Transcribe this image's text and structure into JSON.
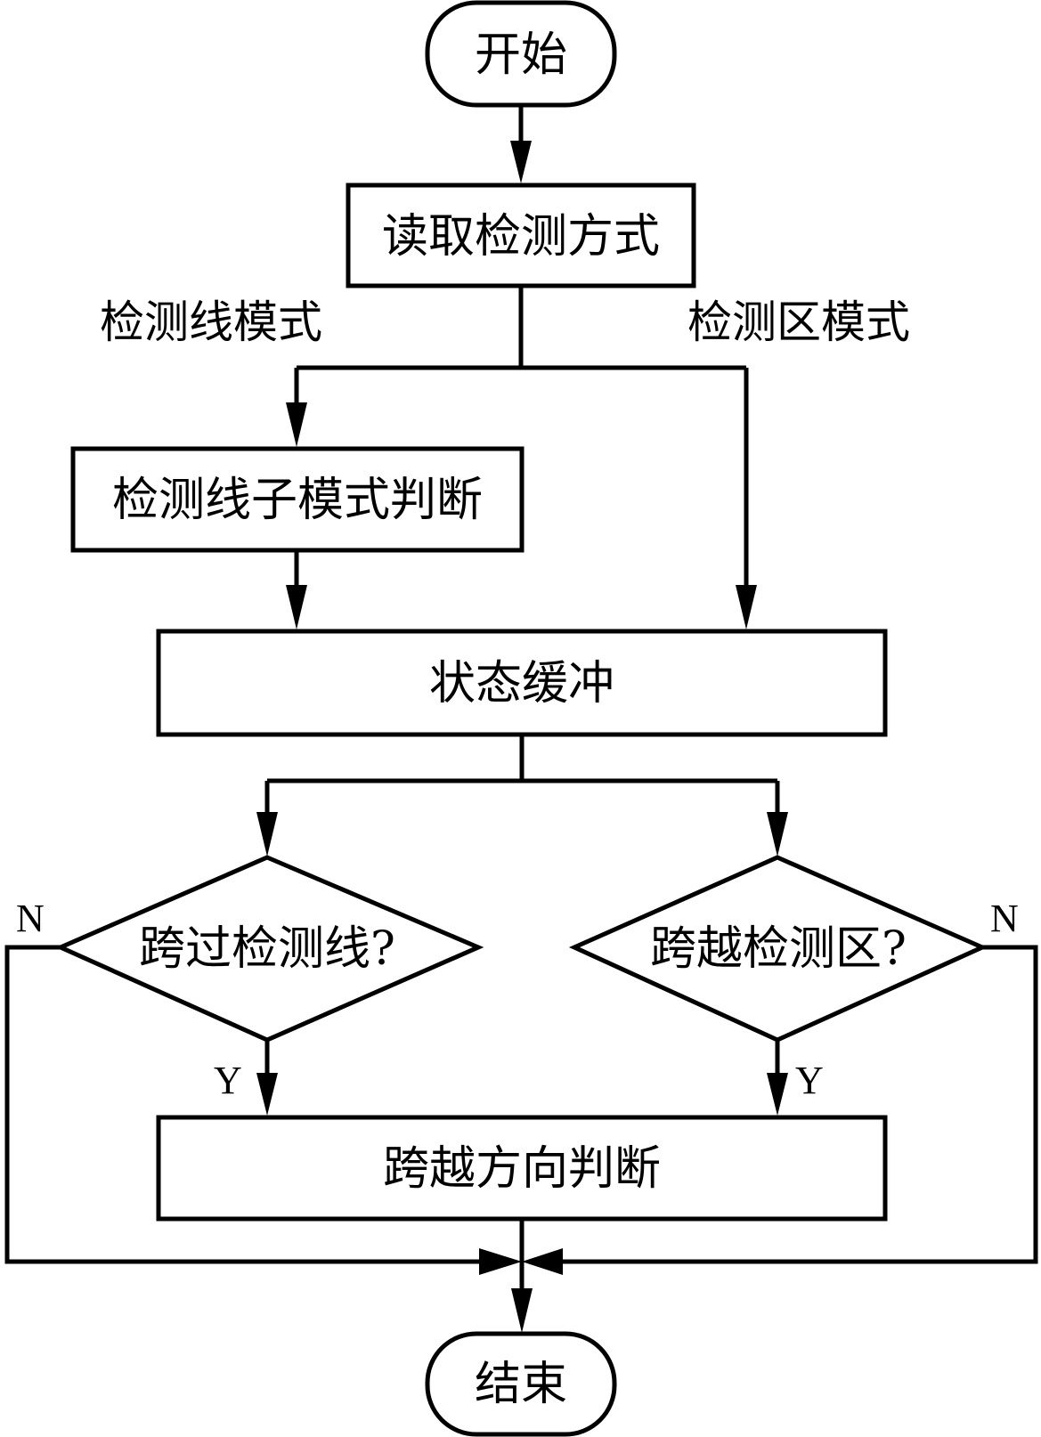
{
  "flowchart": {
    "nodes": [
      {
        "id": "start",
        "type": "terminal",
        "label": "开始"
      },
      {
        "id": "read_mode",
        "type": "process",
        "label": "读取检测方式"
      },
      {
        "id": "line_submode",
        "type": "process",
        "label": "检测线子模式判断"
      },
      {
        "id": "state_buffer",
        "type": "process",
        "label": "状态缓冲"
      },
      {
        "id": "cross_line",
        "type": "decision",
        "label": "跨过检测线?"
      },
      {
        "id": "cross_zone",
        "type": "decision",
        "label": "跨越检测区?"
      },
      {
        "id": "direction",
        "type": "process",
        "label": "跨越方向判断"
      },
      {
        "id": "end",
        "type": "terminal",
        "label": "结束"
      }
    ],
    "branch_labels": {
      "line_mode": "检测线模式",
      "zone_mode": "检测区模式",
      "no_left": "N",
      "no_right": "N",
      "yes_left": "Y",
      "yes_right": "Y"
    },
    "edges": [
      {
        "from": "start",
        "to": "read_mode"
      },
      {
        "from": "read_mode",
        "to": "line_submode",
        "label": "检测线模式"
      },
      {
        "from": "read_mode",
        "to": "state_buffer",
        "label": "检测区模式"
      },
      {
        "from": "line_submode",
        "to": "state_buffer"
      },
      {
        "from": "state_buffer",
        "to": "cross_line"
      },
      {
        "from": "state_buffer",
        "to": "cross_zone"
      },
      {
        "from": "cross_line",
        "to": "direction",
        "label": "Y"
      },
      {
        "from": "cross_zone",
        "to": "direction",
        "label": "Y"
      },
      {
        "from": "cross_line",
        "to": "end",
        "label": "N"
      },
      {
        "from": "cross_zone",
        "to": "end",
        "label": "N"
      },
      {
        "from": "direction",
        "to": "end"
      }
    ]
  }
}
